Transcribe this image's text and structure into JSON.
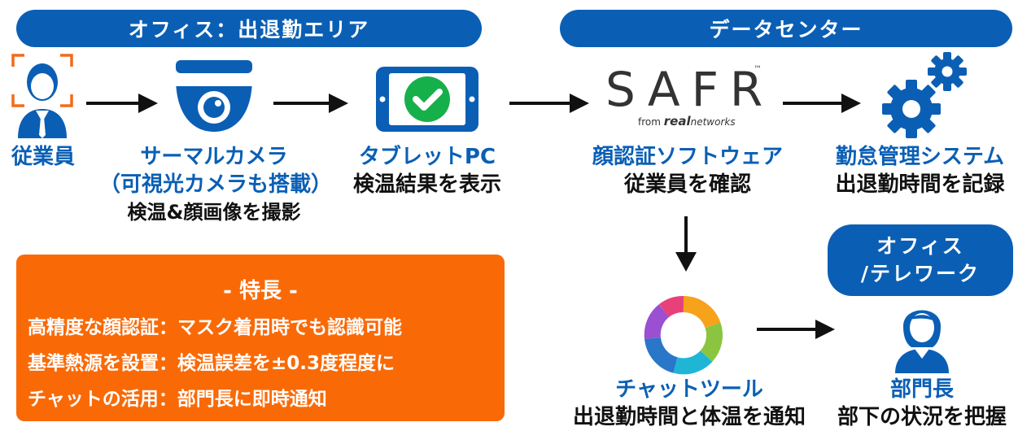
{
  "headers": {
    "office_area": "オフィス：出退勤エリア",
    "data_center": "データセンター",
    "office_telework_line1": "オフィス",
    "office_telework_line2": "/テレワーク"
  },
  "nodes": {
    "employee": {
      "label": "従業員"
    },
    "thermal_camera": {
      "title": "サーマルカメラ",
      "subtitle": "（可視光カメラも搭載）",
      "desc": "検温&顔画像を撮影"
    },
    "tablet": {
      "title": "タブレットPC",
      "desc": "検温結果を表示"
    },
    "face_software": {
      "logo_text": "SAFR",
      "logo_tm": "™",
      "logo_from": "from",
      "logo_brand_bold": "real",
      "logo_brand_rest": "networks",
      "title": "顔認証ソフトウェア",
      "desc": "従業員を確認"
    },
    "attendance": {
      "title": "勤怠管理システム",
      "desc": "出退勤時間を記録"
    },
    "chat": {
      "title": "チャットツール",
      "desc": "出退勤時間と体温を通知"
    },
    "manager": {
      "title": "部門長",
      "desc": "部下の状況を把握"
    }
  },
  "features": {
    "title": "- 特長 -",
    "items": [
      "高精度な顔認証：マスク着用時でも認識可能",
      "基準熱源を設置：検温誤差を±0.3度程度に",
      "チャットの活用：部門長に即時通知"
    ]
  },
  "colors": {
    "primary_blue": "#0a5fb5",
    "orange": "#f96a07",
    "tablet_green": "#16b04b",
    "face_frame": "#f26b1d"
  }
}
